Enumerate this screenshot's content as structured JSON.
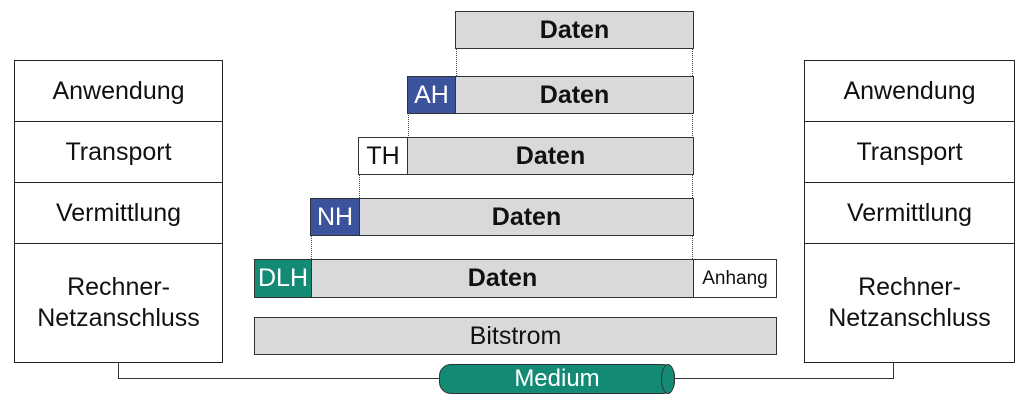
{
  "left_stack": {
    "layers": [
      {
        "lines": [
          "Anwendung"
        ]
      },
      {
        "lines": [
          "Transport"
        ]
      },
      {
        "lines": [
          "Vermittlung"
        ]
      },
      {
        "lines": [
          "Rechner-",
          "Netzanschluss"
        ]
      }
    ]
  },
  "right_stack": {
    "layers": [
      {
        "lines": [
          "Anwendung"
        ]
      },
      {
        "lines": [
          "Transport"
        ]
      },
      {
        "lines": [
          "Vermittlung"
        ]
      },
      {
        "lines": [
          "Rechner-",
          "Netzanschluss"
        ]
      }
    ]
  },
  "encapsulation": {
    "row_app_plain": {
      "data": "Daten"
    },
    "row_app": {
      "header": "AH",
      "data": "Daten"
    },
    "row_transport": {
      "header": "TH",
      "data": "Daten"
    },
    "row_network": {
      "header": "NH",
      "data": "Daten"
    },
    "row_link": {
      "header": "DLH",
      "data": "Daten",
      "trailer": "Anhang"
    },
    "row_physical": {
      "data": "Bitstrom"
    }
  },
  "medium": {
    "label": "Medium"
  },
  "colors": {
    "data_fill": "#d9d9d9",
    "header_blue": "#3b529c",
    "header_teal": "#138a74",
    "medium_fill": "#138a74"
  }
}
